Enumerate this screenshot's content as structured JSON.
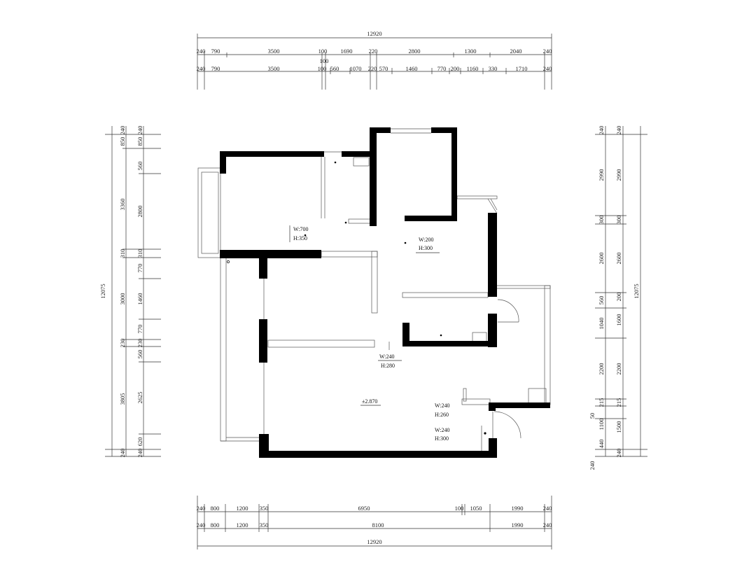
{
  "top_dims": {
    "total": "12920",
    "row1": [
      "240",
      "790",
      "3500",
      "100",
      "1690",
      "220",
      "2800",
      "1300",
      "2040",
      "240"
    ],
    "row1_sub": "100",
    "row2": [
      "240",
      "790",
      "3500",
      "100",
      "560",
      "1070",
      "220",
      "570",
      "1460",
      "770",
      "200",
      "1160",
      "330",
      "1710",
      "240"
    ]
  },
  "bottom_dims": {
    "row1": [
      "240",
      "800",
      "1200",
      "350",
      "6950",
      "100",
      "1050",
      "1990",
      "240"
    ],
    "row2": [
      "240",
      "800",
      "1200",
      "350",
      "8100",
      "1990",
      "240"
    ],
    "total": "12920"
  },
  "left_dims": {
    "total": "12075",
    "outer": [
      "240",
      "850",
      "3360",
      "310",
      "3000",
      "230",
      "3805",
      "240"
    ],
    "inner": [
      "240",
      "850",
      "560",
      "2800",
      "310",
      "770",
      "1460",
      "770",
      "230",
      "560",
      "2625",
      "620",
      "240"
    ]
  },
  "right_dims": {
    "total": "12075",
    "outer": [
      "240",
      "2990",
      "300",
      "2600",
      "560",
      "1040",
      "2200",
      "215",
      "50",
      "1100",
      "440",
      "240"
    ],
    "inner": [
      "240",
      "2990",
      "300",
      "2600",
      "200",
      "1600",
      "2200",
      "215",
      "1500",
      "240"
    ]
  },
  "openings": [
    {
      "w": "W:700",
      "h": "H:350"
    },
    {
      "w": "W:200",
      "h": "H:300"
    },
    {
      "w": "W:240",
      "h": "H:280"
    },
    {
      "w": "W:240",
      "h": "H:260"
    },
    {
      "w": "W:240",
      "h": "H:300"
    }
  ],
  "level": "±2.870"
}
